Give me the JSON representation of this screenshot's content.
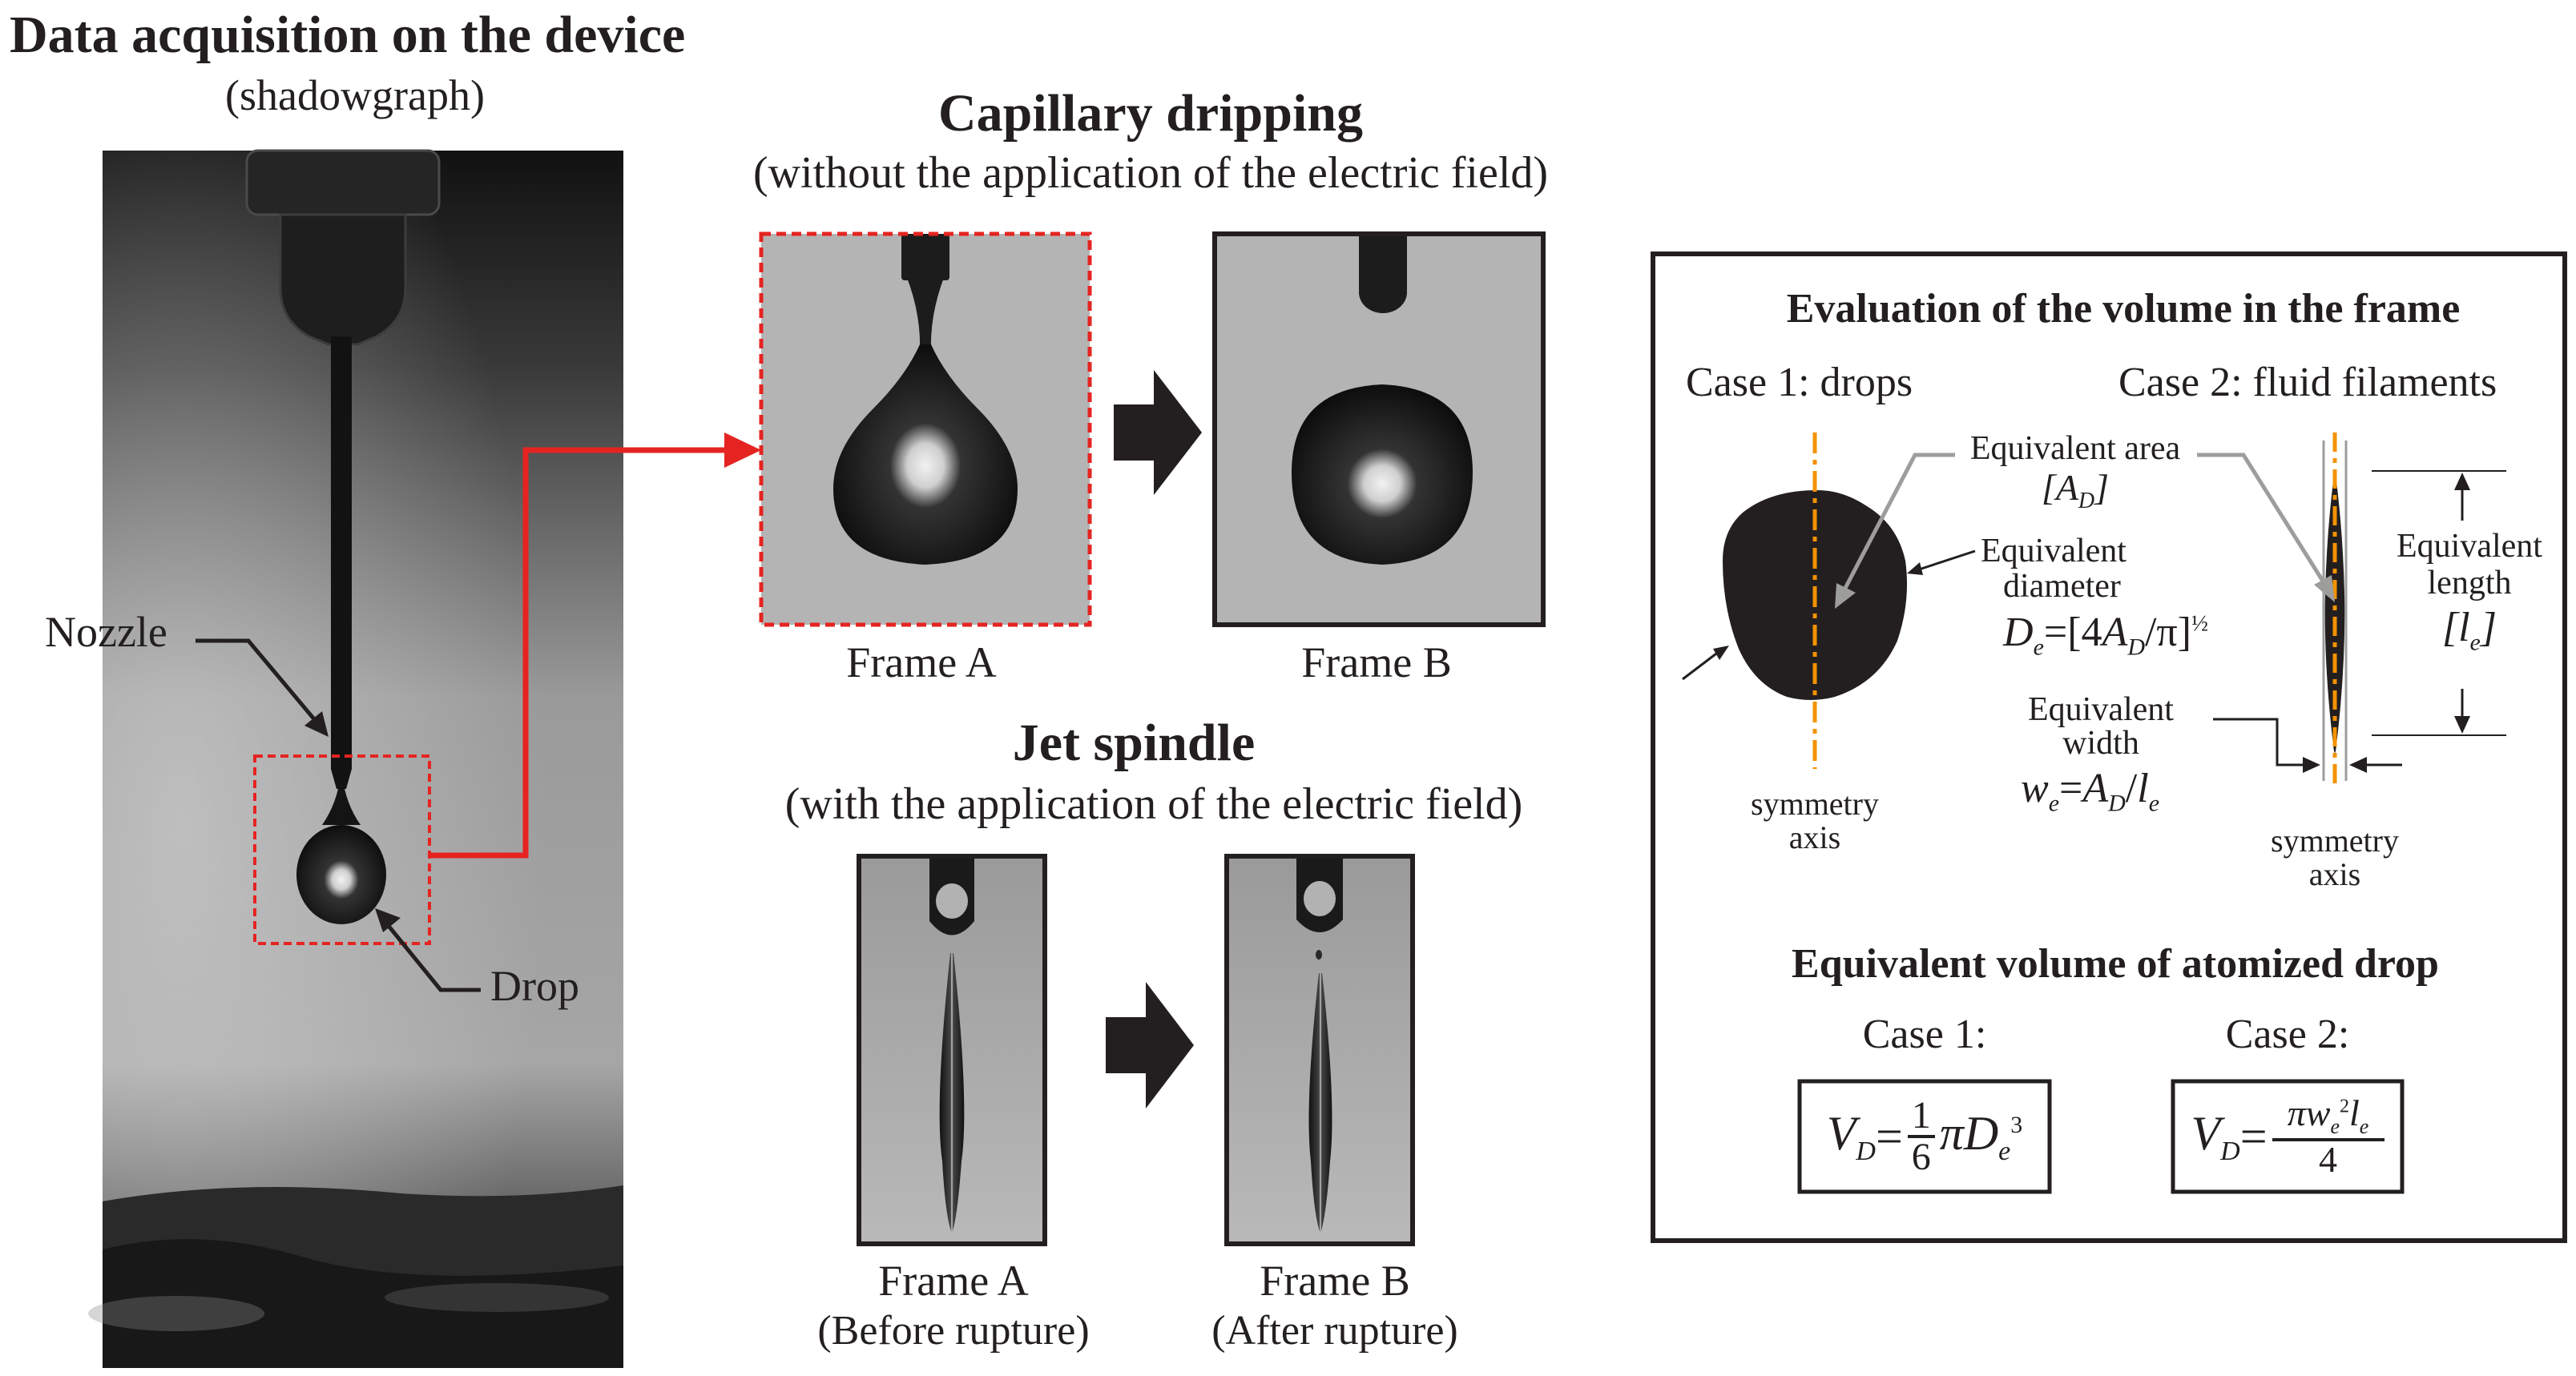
{
  "left": {
    "title": "Data acquisition on the device",
    "subtitle": "(shadowgraph)",
    "nozzle_label": "Nozzle",
    "drop_label": "Drop"
  },
  "capillary": {
    "title": "Capillary dripping",
    "subtitle": "(without the application of the electric field)",
    "frame_a": "Frame A",
    "frame_b": "Frame B"
  },
  "jet": {
    "title": "Jet spindle",
    "subtitle": "(with the application of the electric field)",
    "frame_a": "Frame A",
    "frame_a_note": "(Before rupture)",
    "frame_b": "Frame B",
    "frame_b_note": "(After rupture)"
  },
  "panel": {
    "title": "Evaluation of the volume in the frame",
    "case1": "Case 1: drops",
    "case2": "Case 2: fluid filaments",
    "equiv_area": "Equivalent area",
    "equiv_area_sym": "[A",
    "equiv_area_sub": "D",
    "equiv_area_close": "]",
    "equiv_diameter_1": "Equivalent",
    "equiv_diameter_2": "diameter",
    "equiv_length_1": "Equivalent",
    "equiv_length_2": "length",
    "equiv_length_sym": "[l",
    "equiv_length_sub": "e",
    "equiv_length_close": "]",
    "equiv_width_1": "Equivalent",
    "equiv_width_2": "width",
    "symmetry_1": "symmetry",
    "symmetry_2": "axis",
    "volume_title": "Equivalent volume of atomized drop",
    "case1_label": "Case 1:",
    "case2_label": "Case 2:",
    "formula_de": "De=[4AD/π]^1/2",
    "formula_we": "we=AD/le",
    "formula_v1": "VD=1/6 π De^3",
    "formula_v2": "VD=π we^2 le / 4"
  },
  "colors": {
    "ink": "#231f20",
    "accent_red": "#e52421",
    "axis_orange": "#f39200",
    "frame_bg": "#b4b4b4",
    "arrow_gray": "#9d9d9c"
  }
}
